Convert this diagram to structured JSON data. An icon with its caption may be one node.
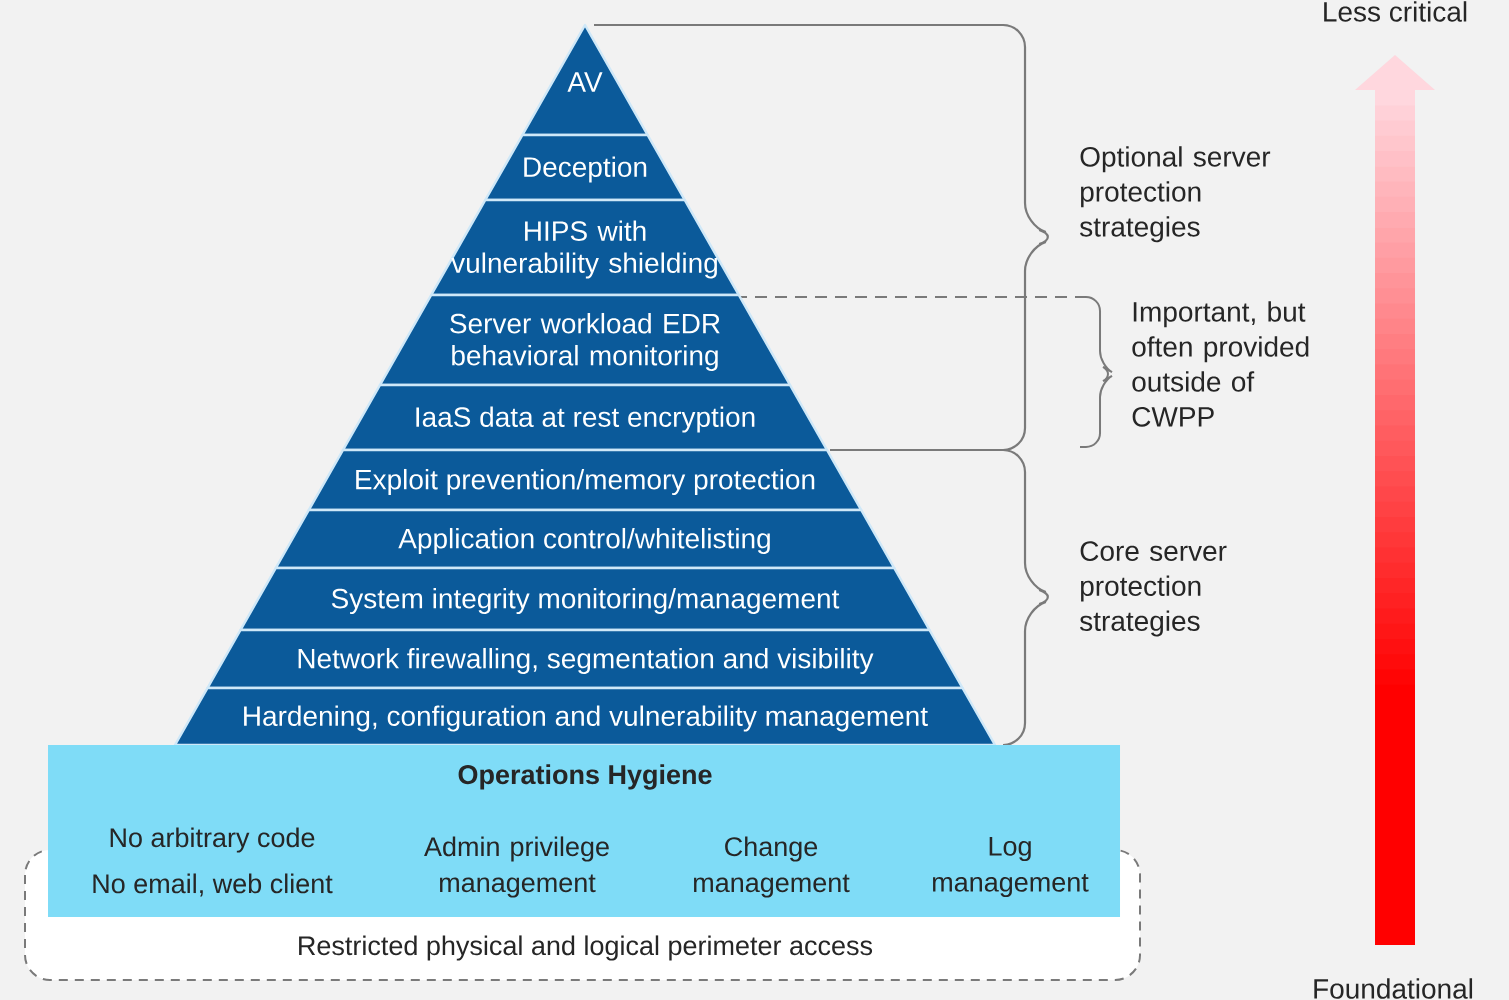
{
  "diagram": {
    "nodes": [
      {
        "text": [
          "AV"
        ]
      },
      {
        "text": [
          "Deception"
        ]
      },
      {
        "text": [
          "HIPS with vulnerability shielding"
        ]
      },
      {
        "text": [
          "Server workload EDR behavioral monitoring"
        ]
      },
      {
        "text": [
          "IaaS data at rest encryption"
        ]
      },
      {
        "text": [
          "Exploit prevention/memory protection"
        ]
      },
      {
        "text": [
          "Application control/whitelisting"
        ]
      },
      {
        "text": [
          "System integrity monitoring/management"
        ]
      },
      {
        "text": [
          "Network firewalling, segmentation and visibility"
        ]
      },
      {
        "text": [
          "Hardening, configuration and vulnerability management"
        ]
      },
      {
        "text": [
          "Operations Hygiene",
          "No arbitrary code",
          "No email, web client",
          "Admin privilege management",
          "Change management",
          "Log management"
        ]
      },
      {
        "text": [
          "Restricted physical and logical perimeter access"
        ]
      }
    ],
    "labels": [
      "Less critical",
      "Optional server protection strategies",
      "Important, but often provided outside of CWPP",
      "Core server protection strategies",
      "Foundational"
    ]
  }
}
